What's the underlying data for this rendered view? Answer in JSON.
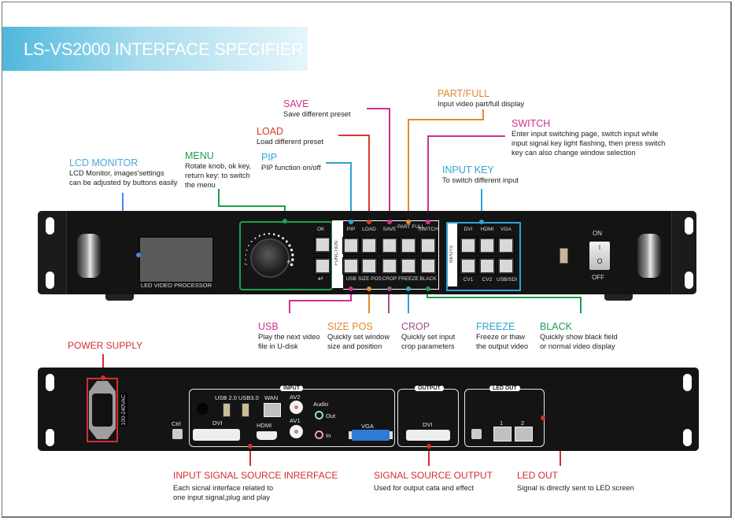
{
  "title": "LS-VS2000 INTERFACE SPECIFIER",
  "colors": {
    "lcd": "#4a86e8",
    "menu": "#1e9e4f",
    "pip": "#2ea3d6",
    "load": "#d83a2c",
    "save": "#d0308f",
    "partfull": "#e58a2c",
    "switch": "#d0308f",
    "inputkey": "#2ea3d6",
    "usb": "#d0308f",
    "sizepos": "#e58a2c",
    "crop": "#a0508f",
    "freeze": "#2ea3d6",
    "black": "#1e9e4f",
    "rear": "#d32f2f"
  },
  "front_callouts": {
    "lcd_monitor": {
      "title": "LCD MONITOR",
      "desc": [
        "LCD Monitor, images'settings",
        "can be adjusted by buttons easily"
      ]
    },
    "menu": {
      "title": "MENU",
      "desc": [
        "Rotate knob, ok key,",
        "return key: to switch",
        "the menu"
      ]
    },
    "pip": {
      "title": "PIP",
      "desc": [
        "PIP function on/off"
      ]
    },
    "load": {
      "title": "LOAD",
      "desc": [
        "Load different preset"
      ]
    },
    "save": {
      "title": "SAVE",
      "desc": [
        "Save different preset"
      ]
    },
    "part_full": {
      "title": "PART/FULL",
      "desc": [
        "Input video part/full display"
      ]
    },
    "switch": {
      "title": "SWITCH",
      "desc": [
        "Enter input switching page,  switch input while",
        "input signal key light flashing, then press switch",
        "key can also change window selection"
      ]
    },
    "input_key": {
      "title": "INPUT KEY",
      "desc": [
        "To switch different input"
      ]
    },
    "usb": {
      "title": "USB",
      "desc": [
        "Play the next video",
        "file in U-disk"
      ]
    },
    "size_pos": {
      "title": "SIZE POS",
      "desc": [
        "Quickly set window",
        "size and position"
      ]
    },
    "crop": {
      "title": "CROP",
      "desc": [
        "Quickly set input",
        "crop parameters"
      ]
    },
    "freeze": {
      "title": "FREEZE",
      "desc": [
        "Freeze or thaw",
        "the output video"
      ]
    },
    "black": {
      "title": "BLACK",
      "desc": [
        "Quickly show black field",
        "or normal video display"
      ]
    }
  },
  "front_panel": {
    "lcd_caption": "LED VIDEO PROCESSOR",
    "knob_minus": "-",
    "knob_plus": "+",
    "ok_label": "OK",
    "return_label": "↵",
    "function_label": "FUNCTION",
    "inputs_label": "INPUTS",
    "function_top": [
      "PIP",
      "LOAD",
      "SAVE",
      "PART FULL",
      "SWITCH"
    ],
    "function_bottom": [
      "USB",
      "SIZE POS",
      "CROP",
      "FREEZE",
      "BLACK"
    ],
    "inputs_top": [
      "DVI",
      "HDMI",
      "VGA"
    ],
    "inputs_bottom": [
      "CV1",
      "CV2",
      "USB/SDI"
    ],
    "power_on": "ON",
    "power_off": "OFF",
    "switch_on_glyph": "I",
    "switch_off_glyph": "O"
  },
  "rear_panel": {
    "voltage": "100-240VAC",
    "ctrl": "Ctrl",
    "input_tag": "INPUT",
    "output_tag": "OUTPUT",
    "ledout_tag": "LED OUT",
    "ports": {
      "usb2": "USB 2.0",
      "usb3": "USB3.0",
      "wan": "WAN",
      "av2": "AV2",
      "av1": "AV1",
      "audio": "Audio",
      "out": "Out",
      "in": "In",
      "dvi_in": "DVI",
      "hdmi": "HDMI",
      "vga": "VGA",
      "dvi_out": "DVI",
      "net1": "1",
      "net2": "2"
    }
  },
  "rear_callouts": {
    "power_supply": {
      "title": "POWER SUPPLY"
    },
    "input_source": {
      "title": "INPUT SIGNAL SOURCE INRERFACE",
      "desc": [
        "Each sicnal interface related to",
        "one input signal,plug and play"
      ]
    },
    "signal_output": {
      "title": "SIGNAL SOURCE OUTPUT",
      "desc": [
        "Used for output cata and effect"
      ]
    },
    "led_out": {
      "title": "LED OUT",
      "desc": [
        "Signal is directly sent to LED screen"
      ]
    }
  }
}
